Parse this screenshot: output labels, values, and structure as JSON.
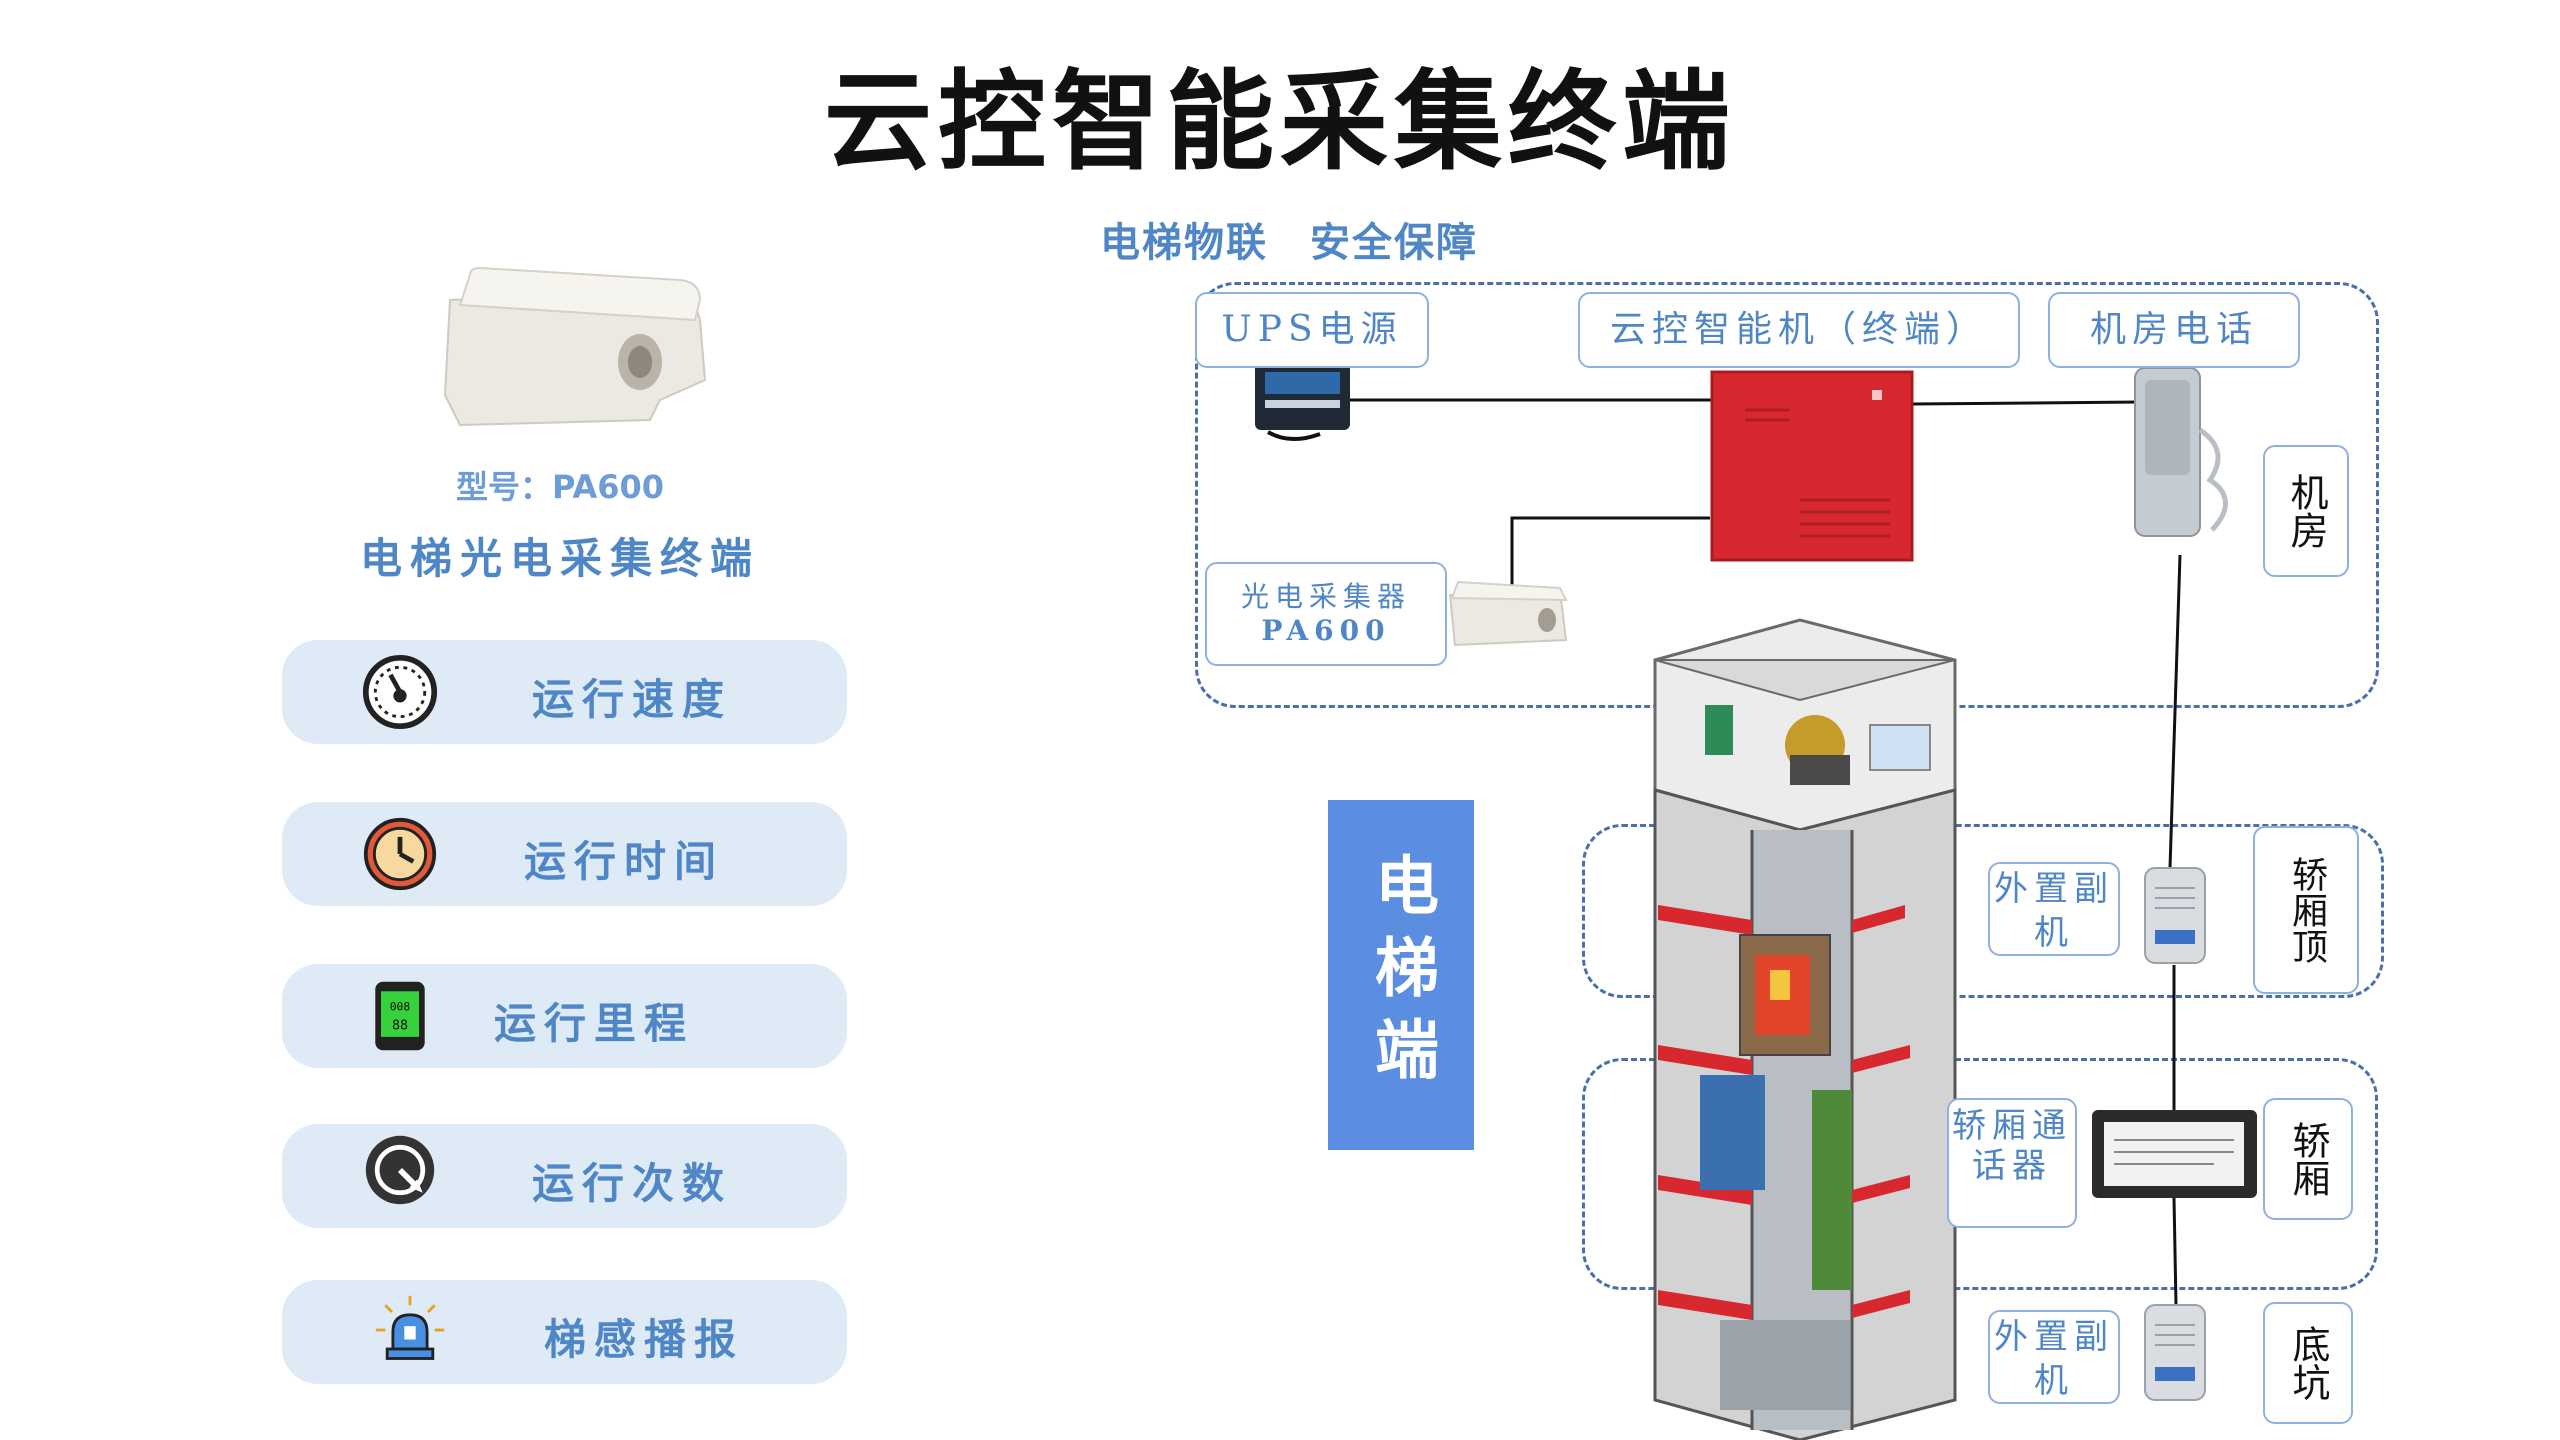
{
  "title": "云控智能采集终端",
  "subtitle": "电梯物联　安全保障",
  "left_panel": {
    "model": "型号：PA600",
    "product_name": "电梯光电采集终端",
    "features": [
      {
        "label": "运行速度",
        "icon": "speedometer-icon"
      },
      {
        "label": "运行时间",
        "icon": "clock-icon"
      },
      {
        "label": "运行里程",
        "icon": "odometer-icon"
      },
      {
        "label": "运行次数",
        "icon": "count-icon"
      },
      {
        "label": "梯感播报",
        "icon": "alarm-light-icon"
      }
    ]
  },
  "diagram": {
    "ups_power": "UPS电源",
    "cloud_terminal": "云控智能机（终端）",
    "room_phone": "机房电话",
    "photoelectric_collector": "光电采集器",
    "collector_model": "PA600",
    "machine_room": "机房",
    "elevator_end": "电梯端",
    "external_sub_top": "外置副机",
    "car_top": "轿厢顶",
    "car_intercom": "轿厢通话器",
    "car": "轿厢",
    "external_sub_pit": "外置副机",
    "pit": "底坑"
  },
  "colors": {
    "accent_blue": "#4f86c6",
    "pill_bg": "#deebf7",
    "dash_border": "#4a6fad",
    "terminal_red": "#d7282f",
    "elevator_block": "#5b8ee0"
  }
}
